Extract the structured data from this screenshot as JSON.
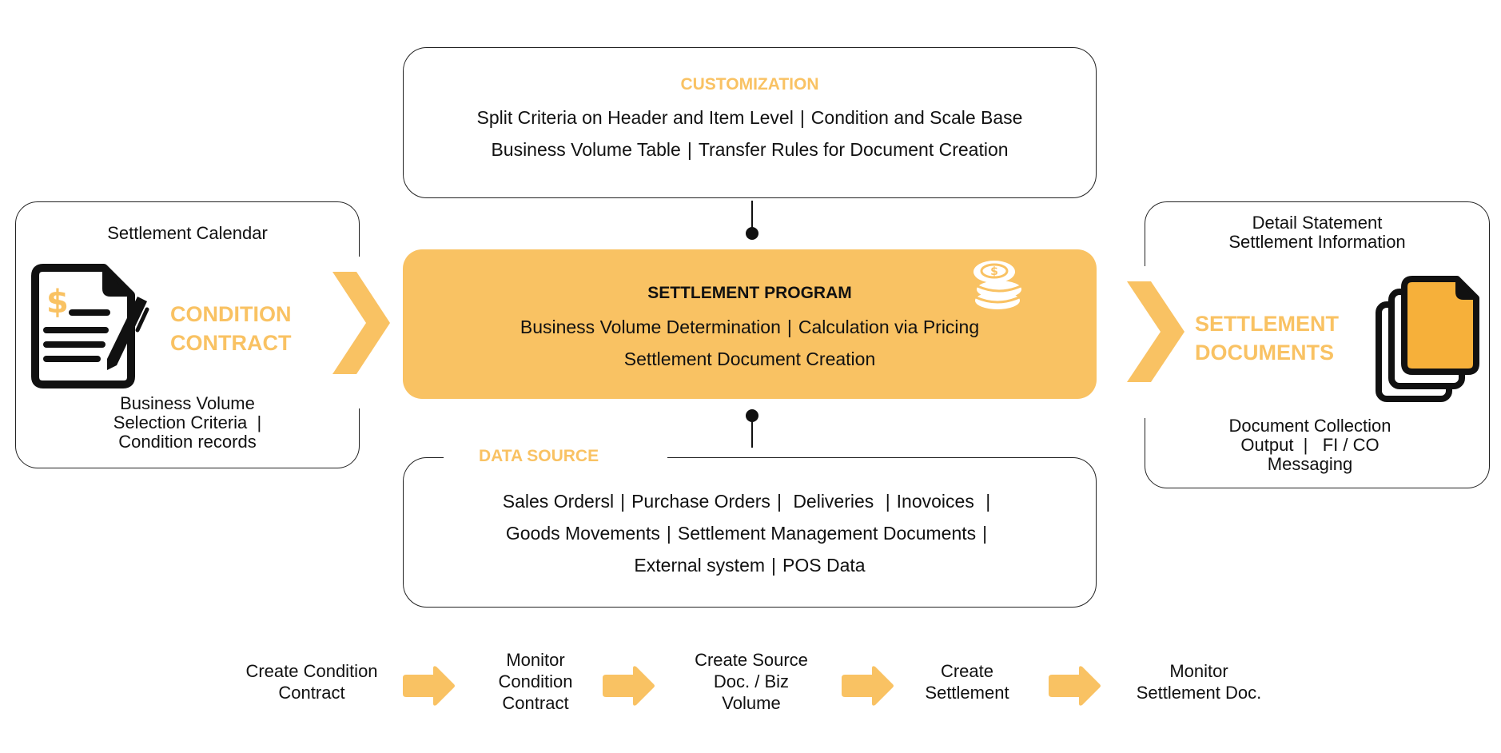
{
  "colors": {
    "accent": "#f9c263",
    "accent_dark": "#f6b03a",
    "text": "#111111",
    "border": "#222222"
  },
  "customization": {
    "title": "CUSTOMIZATION",
    "lines": [
      [
        "Split Criteria on Header and Item Level",
        "Condition and Scale Base"
      ],
      [
        "Business Volume Table",
        "Transfer Rules for Document Creation"
      ]
    ]
  },
  "settlement_program": {
    "title": "SETTLEMENT PROGRAM",
    "icon": "coins-icon",
    "lines": [
      [
        "Business Volume Determination",
        "Calculation via Pricing"
      ],
      [
        "Settlement Document Creation"
      ]
    ]
  },
  "data_source": {
    "title": "DATA SOURCE",
    "lines": [
      [
        "Sales Ordersl",
        "Purchase Orders",
        "Deliveries",
        "Inovoices",
        ""
      ],
      [
        "Goods Movements",
        "Settlement Management Documents",
        ""
      ],
      [
        "External system",
        "POS Data"
      ]
    ]
  },
  "condition_contract": {
    "top": "Settlement Calendar",
    "label_line1": "CONDITION",
    "label_line2": "CONTRACT",
    "icon": "contract-document-icon",
    "bottom_lines": [
      "Business Volume",
      "Selection Criteria  |",
      "Condition records"
    ]
  },
  "settlement_documents": {
    "top_lines": [
      "Detail Statement",
      "Settlement Information"
    ],
    "label_line1": "SETTLEMENT",
    "label_line2": "DOCUMENTS",
    "icon": "document-stack-icon",
    "bottom_lines": [
      "Document Collection",
      "Output  |   FI / CO",
      "Messaging"
    ]
  },
  "process_flow": {
    "steps": [
      [
        "Create Condition",
        "Contract"
      ],
      [
        "Monitor",
        "Condition",
        "Contract"
      ],
      [
        "Create Source",
        "Doc. / Biz",
        "Volume"
      ],
      [
        "Create",
        "Settlement"
      ],
      [
        "Monitor",
        "Settlement Doc."
      ]
    ],
    "separator_icon": "arrow-right-icon"
  }
}
